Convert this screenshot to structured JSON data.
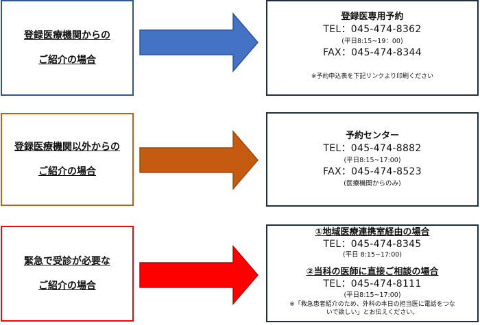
{
  "colors": {
    "blue": "#4472c4",
    "orange": "#c55a11",
    "red": "#ff0000"
  },
  "row1": {
    "left_line1": "登録医療機関からの",
    "left_line2": "ご紹介の場合",
    "title": "登録医専用予約",
    "tel": "TEL：045-474-8362",
    "hours": "(平日8:15~19：00)",
    "fax": "FAX：045-474-8344",
    "note": "※予約申込表を下記リンクより印刷ください"
  },
  "row2": {
    "left_line1": "登録医療機関以外からの",
    "left_line2": "ご紹介の場合",
    "title": "予約センター",
    "tel": "TEL：045-474-8882",
    "hours": "(平日8:15~17:00)",
    "fax": "FAX：045-474-8523",
    "note": "(医療機関からのみ)"
  },
  "row3": {
    "left_line1": "緊急で受診が必要な",
    "left_line2": "ご紹介の場合",
    "title1": "①地域医療連携室経由の場合",
    "tel1": "TEL：045-474-8345",
    "hours1": "(平日 8:15~17:00)",
    "title2": "②当科の医師に直接ご相談の場合",
    "tel2": "TEL：045-474-8111",
    "hours2": "(平日8:15~17:00)",
    "note_line1": "※「救急患者紹介のため、外科の本日の担当医に電話をつな",
    "note_line2": "いで欲しい」とお伝えください。"
  }
}
